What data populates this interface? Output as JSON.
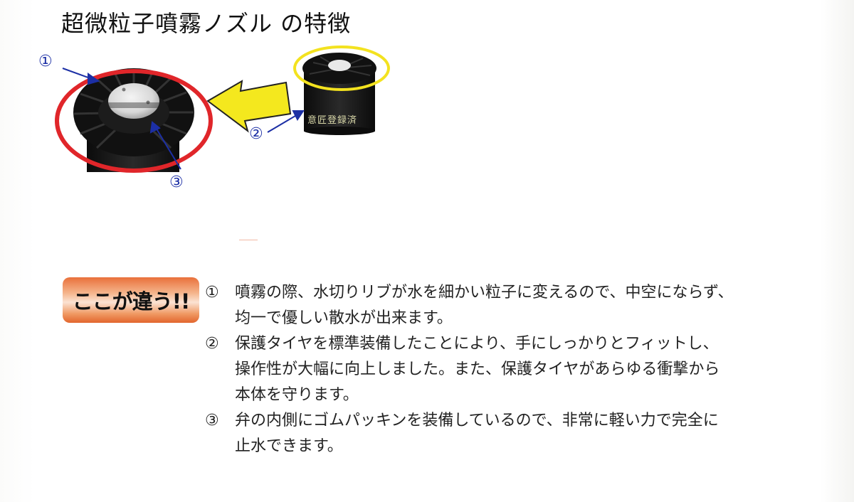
{
  "page": {
    "title": "超微粒子噴霧ノズル の特徴"
  },
  "figure": {
    "callouts": [
      {
        "id": "1",
        "label": "①"
      },
      {
        "id": "2",
        "label": "②"
      },
      {
        "id": "3",
        "label": "③"
      }
    ],
    "product_marking": "意匠登録済",
    "colors": {
      "large_highlight_ring": "#e0262a",
      "small_highlight_ring": "#f3e21f",
      "arrow_fill": "#f4e81e",
      "callout_color": "#1c2fa5",
      "nozzle_body": "#141414"
    }
  },
  "badge": {
    "label": "ここが違う!!",
    "color": "#e9703a"
  },
  "features": [
    {
      "num": "①",
      "lines": [
        "噴霧の際、水切りリブが水を細かい粒子に変えるので、中空にならず、",
        "均一で優しい散水が出来ます。"
      ]
    },
    {
      "num": "②",
      "lines": [
        "保護タイヤを標準装備したことにより、手にしっかりとフィットし、",
        "操作性が大幅に向上しました。また、保護タイヤがあらゆる衝撃から",
        "本体を守ります。"
      ]
    },
    {
      "num": "③",
      "lines": [
        "弁の内側にゴムパッキンを装備しているので、非常に軽い力で完全に",
        "止水できます。"
      ]
    }
  ]
}
